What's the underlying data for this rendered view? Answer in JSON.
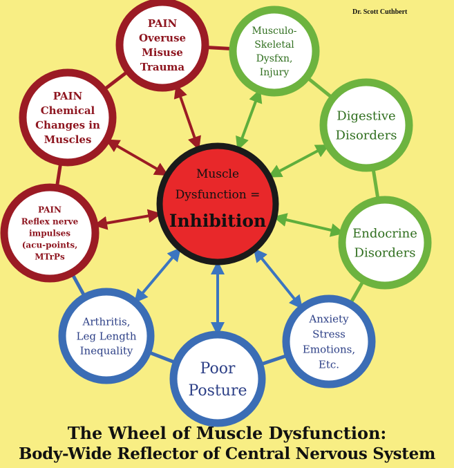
{
  "author": "Dr. Scott Cuthbert",
  "title_line1": "The Wheel of Muscle Dysfunction:",
  "title_line2": "Body-Wide Reflector of Central Nervous System",
  "center": {
    "lines": [
      "Muscle",
      "Dysfunction =",
      "Inhibition"
    ],
    "fill": "#e8282a",
    "border": "#1a1a1a"
  },
  "colors": {
    "red_ring": "#9b1b24",
    "red_text": "#8e1620",
    "green_ring": "#6db33f",
    "green_text": "#2f6e1e",
    "blue_ring": "#3b6db5",
    "blue_text": "#2c3f86",
    "red_arrow": "#9b1b24",
    "green_arrow": "#5fae3c",
    "blue_arrow": "#3b75c0"
  },
  "nodes": [
    {
      "id": "pain-overuse",
      "group": "red",
      "lines": [
        "PAIN",
        "Overuse",
        "Misuse",
        "Trauma"
      ]
    },
    {
      "id": "musculo-skeletal",
      "group": "green",
      "lines": [
        "Musculo-",
        "Skeletal",
        "Dysfxn,",
        "Injury"
      ]
    },
    {
      "id": "digestive",
      "group": "green",
      "lines": [
        "Digestive",
        "Disorders"
      ]
    },
    {
      "id": "endocrine",
      "group": "green",
      "lines": [
        "Endocrine",
        "Disorders"
      ]
    },
    {
      "id": "anxiety",
      "group": "blue",
      "lines": [
        "Anxiety",
        "Stress",
        "Emotions,",
        "Etc."
      ]
    },
    {
      "id": "poor-posture",
      "group": "blue",
      "lines": [
        "Poor",
        "Posture"
      ]
    },
    {
      "id": "arthritis",
      "group": "blue",
      "lines": [
        "Arthritis,",
        "Leg Length",
        "Inequality"
      ]
    },
    {
      "id": "pain-reflex",
      "group": "red",
      "lines": [
        "PAIN",
        "Reflex nerve",
        "impulses",
        "(acu-points,",
        "MTrPs"
      ]
    },
    {
      "id": "pain-chemical",
      "group": "red",
      "lines": [
        "PAIN",
        "Chemical",
        "Changes in",
        "Muscles"
      ]
    }
  ]
}
